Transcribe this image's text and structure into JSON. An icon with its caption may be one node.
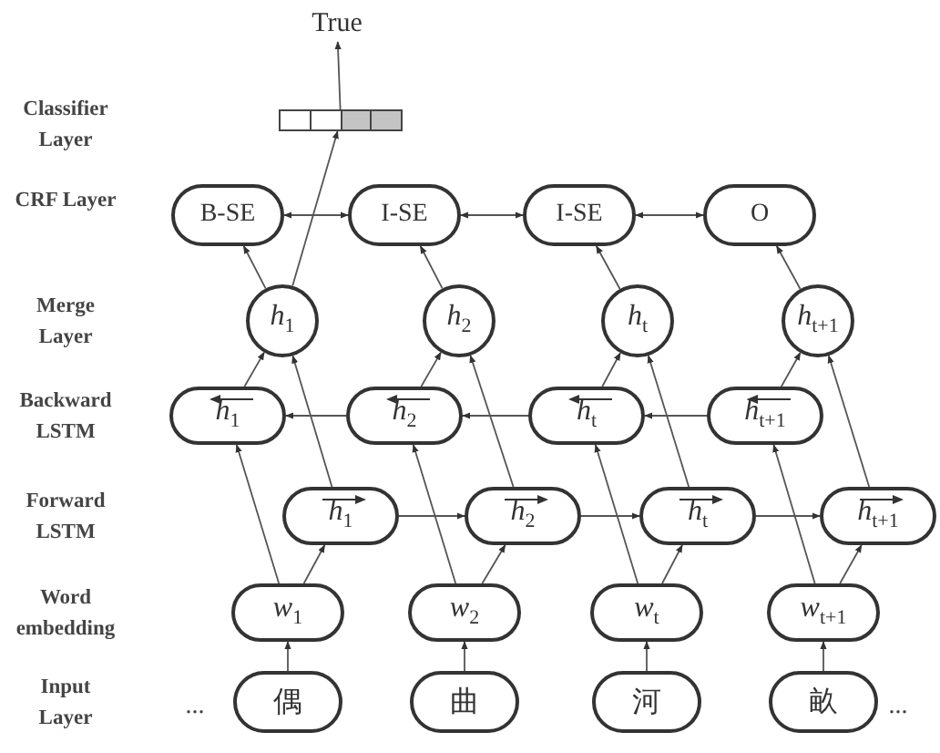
{
  "diagram": {
    "nodes": [
      {
        "text": [
          "True"
        ]
      },
      {
        "text": [],
        "shape": "bar"
      },
      {
        "text": [
          "B-SE"
        ]
      },
      {
        "text": [
          "I-SE"
        ]
      },
      {
        "text": [
          "I-SE"
        ]
      },
      {
        "text": [
          "O"
        ]
      },
      {
        "text": [
          "*h*$_{1}$"
        ]
      },
      {
        "text": [
          "*h*$_{2}$"
        ]
      },
      {
        "text": [
          "*h*$_{t}$"
        ]
      },
      {
        "text": [
          "*h*$_{t+1}$"
        ]
      },
      {
        "text": [
          "*h*$_{1}$"
        ]
      },
      {
        "text": [
          "*h*$_{2}$"
        ]
      },
      {
        "text": [
          "*h*$_{t}$"
        ]
      },
      {
        "text": [
          "*h*$_{t+1}$"
        ]
      },
      {
        "text": [
          "*h*$_{1}$"
        ]
      },
      {
        "text": [
          "*h*$_{2}$"
        ]
      },
      {
        "text": [
          "*h*$_{t}$"
        ]
      },
      {
        "text": [
          "*h*$_{t+1}$"
        ]
      },
      {
        "text": [
          "*w*$_{1}$"
        ]
      },
      {
        "text": [
          "*w*$_{2}$"
        ]
      },
      {
        "text": [
          "*w*$_{t}$"
        ]
      },
      {
        "text": [
          "*w*$_{t+1}$"
        ]
      },
      {
        "text": [
          "偶"
        ]
      },
      {
        "text": [
          "曲"
        ]
      },
      {
        "text": [
          "河"
        ]
      },
      {
        "text": [
          "畝"
        ]
      }
    ],
    "edges": [
      {
        "from": 1,
        "to": 0,
        "arrow": "to"
      },
      {
        "from": 6,
        "to": 1,
        "arrow": "to"
      },
      {
        "from": 2,
        "to": 3,
        "arrow": "both"
      },
      {
        "from": 3,
        "to": 4,
        "arrow": "both"
      },
      {
        "from": 4,
        "to": 5,
        "arrow": "both"
      },
      {
        "from": 6,
        "to": 2,
        "arrow": "to"
      },
      {
        "from": 7,
        "to": 3,
        "arrow": "to"
      },
      {
        "from": 8,
        "to": 4,
        "arrow": "to"
      },
      {
        "from": 9,
        "to": 5,
        "arrow": "to"
      },
      {
        "from": 10,
        "to": 6,
        "arrow": "to"
      },
      {
        "from": 11,
        "to": 7,
        "arrow": "to"
      },
      {
        "from": 12,
        "to": 8,
        "arrow": "to"
      },
      {
        "from": 13,
        "to": 9,
        "arrow": "to"
      },
      {
        "from": 14,
        "to": 6,
        "arrow": "to"
      },
      {
        "from": 15,
        "to": 7,
        "arrow": "to"
      },
      {
        "from": 16,
        "to": 8,
        "arrow": "to"
      },
      {
        "from": 17,
        "to": 9,
        "arrow": "to"
      },
      {
        "from": 13,
        "to": 12,
        "arrow": "to"
      },
      {
        "from": 12,
        "to": 11,
        "arrow": "to"
      },
      {
        "from": 11,
        "to": 10,
        "arrow": "to"
      },
      {
        "from": 14,
        "to": 15,
        "arrow": "to"
      },
      {
        "from": 15,
        "to": 16,
        "arrow": "to"
      },
      {
        "from": 16,
        "to": 17,
        "arrow": "to"
      },
      {
        "from": 18,
        "to": 10,
        "arrow": "to"
      },
      {
        "from": 19,
        "to": 11,
        "arrow": "to"
      },
      {
        "from": 20,
        "to": 12,
        "arrow": "to"
      },
      {
        "from": 21,
        "to": 13,
        "arrow": "to"
      },
      {
        "from": 18,
        "to": 14,
        "arrow": "to"
      },
      {
        "from": 19,
        "to": 15,
        "arrow": "to"
      },
      {
        "from": 20,
        "to": 16,
        "arrow": "to"
      },
      {
        "from": 21,
        "to": 17,
        "arrow": "to"
      },
      {
        "from": 22,
        "to": 18,
        "arrow": "to"
      },
      {
        "from": 23,
        "to": 19,
        "arrow": "to"
      },
      {
        "from": 24,
        "to": 20,
        "arrow": "to"
      },
      {
        "from": 25,
        "to": 21,
        "arrow": "to"
      }
    ],
    "labels": [
      "Classifier Layer",
      "CRF Layer",
      "Merge Layer",
      "Backward LSTM",
      "Forward LSTM",
      "Word embedding",
      "...",
      "Input Layer",
      "..."
    ]
  }
}
